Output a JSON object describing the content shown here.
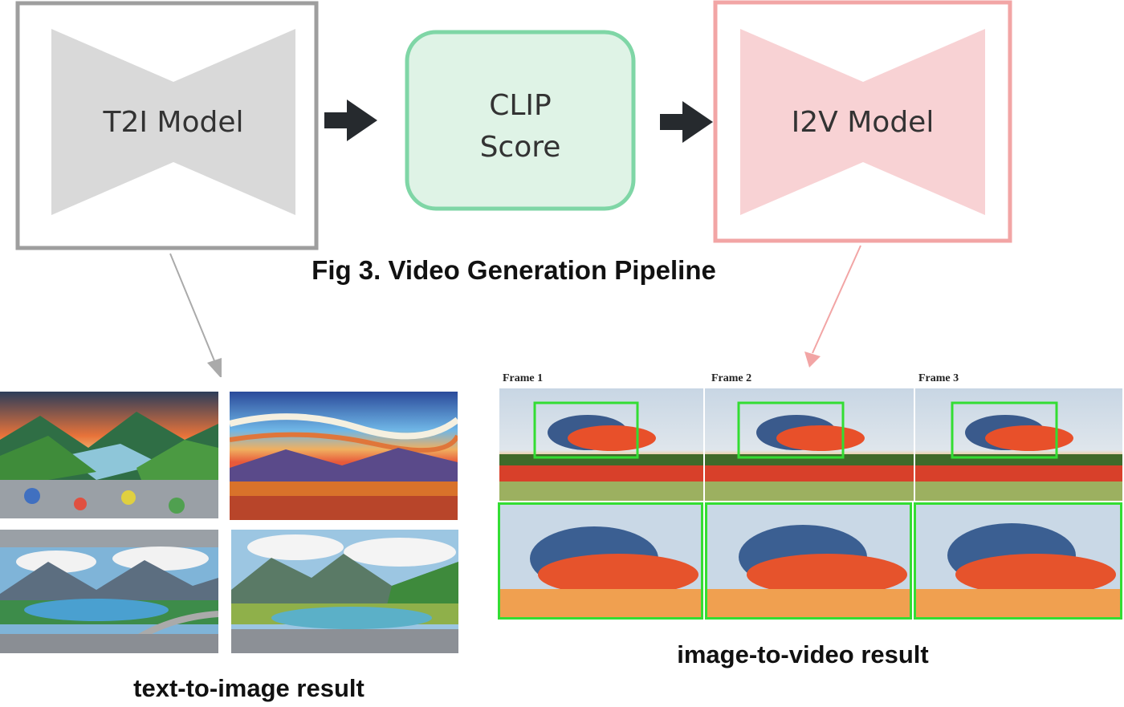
{
  "pipeline": {
    "t2i_model_label": "T2I Model",
    "clip_line1": "CLIP",
    "clip_line2": "Score",
    "i2v_model_label": "I2V Model",
    "figure_caption": "Fig 3. Video Generation Pipeline"
  },
  "results": {
    "t2i_caption": "text-to-image result",
    "i2v_caption": "image-to-video result",
    "frames": [
      "Frame 1",
      "Frame 2",
      "Frame 3"
    ]
  },
  "colors": {
    "t2i_border": "#9e9e9e",
    "t2i_fill": "#d9d9d9",
    "clip_border": "#7fd6a6",
    "clip_fill": "#dff3e6",
    "i2v_border": "#f2a5a5",
    "i2v_fill": "#f8d2d4",
    "highlight_box": "#33dd33"
  }
}
